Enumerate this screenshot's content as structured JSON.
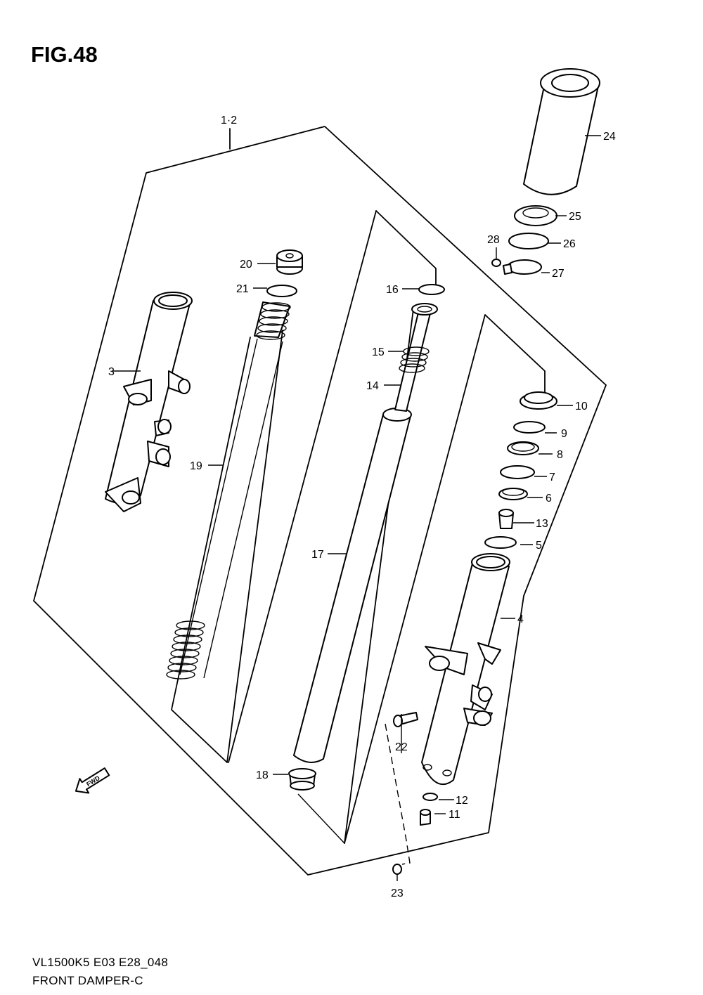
{
  "figure": {
    "title": "FIG.48",
    "model_code": "VL1500K5 E03 E28_048",
    "caption": "FRONT DAMPER-C"
  },
  "fwd_label": "FWD",
  "assembly_label": "1·2",
  "callouts": {
    "p3": "3",
    "p4": "4",
    "p5": "5",
    "p6": "6",
    "p7": "7",
    "p8": "8",
    "p9": "9",
    "p10": "10",
    "p11": "11",
    "p12": "12",
    "p13": "13",
    "p14": "14",
    "p15": "15",
    "p16": "16",
    "p17": "17",
    "p18": "18",
    "p19": "19",
    "p20": "20",
    "p21": "21",
    "p22": "22",
    "p23": "23",
    "p24": "24",
    "p25": "25",
    "p26": "26",
    "p27": "27",
    "p28": "28"
  }
}
